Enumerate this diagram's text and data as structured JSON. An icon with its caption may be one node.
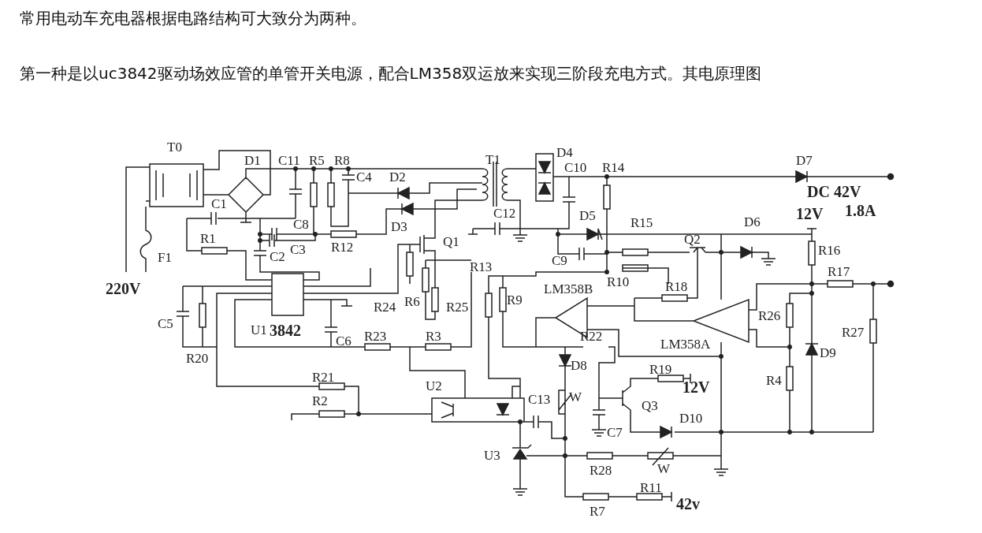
{
  "diagram": {
    "labels": [
      "常用电动车充电器根据电路结构可大致分为两种。",
      "第一种是以uc3842驱动场效应管的单管开关电源，配合LM358双运放来实现三阶段充电方式。其电原理图",
      "T0",
      "D1",
      "C11",
      "R5",
      "R8",
      "T1",
      "D4",
      "D7",
      "C4",
      "D2",
      "C10",
      "R14",
      "DC 42V",
      "C1",
      "C12",
      "12V",
      "1.8A",
      "C8",
      "D3",
      "D5",
      "R15",
      "D6",
      "R1",
      "C3",
      "R12",
      "Q1",
      "Q2",
      "R16",
      "F1",
      "C2",
      "C9",
      "R13",
      "R17",
      "R10",
      "220V",
      "LM358B",
      "R18",
      "R24",
      "R6",
      "R25",
      "R9",
      "R26",
      "C5",
      "U1",
      "3842",
      "LM358A",
      "R27",
      "C6",
      "R23",
      "R3",
      "R22",
      "D9",
      "R20",
      "D8",
      "R19",
      "R21",
      "U2",
      "12V",
      "R4",
      "R2",
      "C13",
      "W",
      "Q3",
      "D10",
      "C7",
      "U3",
      "R28",
      "W",
      "R11",
      "R7",
      "42v"
    ]
  }
}
